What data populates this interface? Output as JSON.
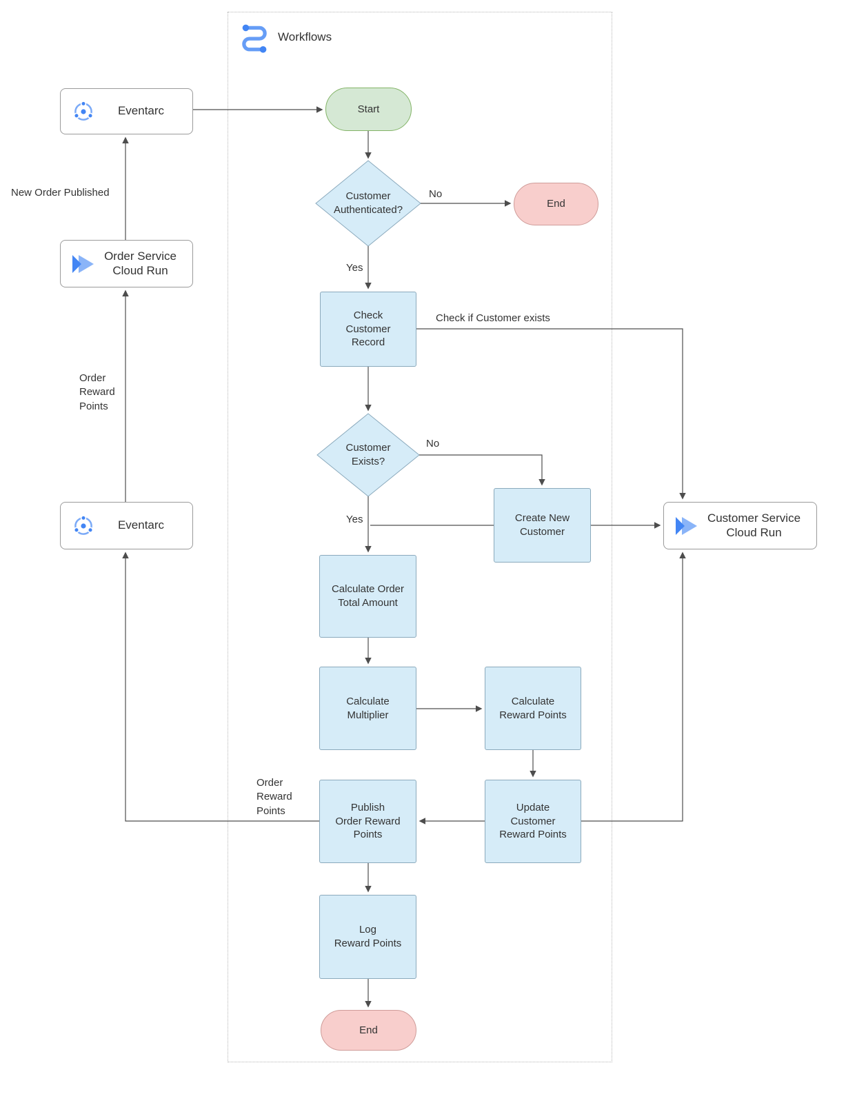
{
  "colors": {
    "process-fill": "#d6ecf8",
    "process-stroke": "#8aa9bc",
    "start-fill": "#d5e8d4",
    "start-stroke": "#82b366",
    "end-fill": "#f8cecc",
    "end-stroke": "#cf9c99",
    "plain-fill": "#ffffff",
    "plain-stroke": "#9a9a9a",
    "edge-color": "#4d4d4d",
    "text-color": "#333333",
    "container-border": "#b5b5b5"
  },
  "container": {
    "title": "Workflows"
  },
  "nodes": {
    "eventarc_top": {
      "label": "Eventarc"
    },
    "order_service": {
      "label": "Order Service\nCloud Run"
    },
    "eventarc_bottom": {
      "label": "Eventarc"
    },
    "customer_service": {
      "label": "Customer Service\nCloud Run"
    },
    "start": {
      "label": "Start"
    },
    "auth": {
      "label": "Customer\nAuthenticated?"
    },
    "end_top": {
      "label": "End"
    },
    "check_customer": {
      "label": "Check\nCustomer\nRecord"
    },
    "exists": {
      "label": "Customer\nExists?"
    },
    "create_customer": {
      "label": "Create New\nCustomer"
    },
    "calc_total": {
      "label": "Calculate Order\nTotal Amount"
    },
    "calc_multiplier": {
      "label": "Calculate\nMultiplier"
    },
    "calc_reward": {
      "label": "Calculate\nReward Points"
    },
    "update_reward": {
      "label": "Update\nCustomer\nReward Points"
    },
    "publish_reward": {
      "label": "Publish\nOrder Reward\nPoints"
    },
    "log_reward": {
      "label": "Log\nReward Points"
    },
    "end_bottom": {
      "label": "End"
    }
  },
  "edge_labels": {
    "new_order_published": "New Order Published",
    "order_reward_points_left": "Order\nReward\nPoints",
    "order_reward_points_bottom": "Order\nReward\nPoints",
    "no_auth": "No",
    "yes_auth": "Yes",
    "check_if_customer_exists": "Check if Customer exists",
    "no_exists": "No",
    "yes_exists": "Yes"
  },
  "icons": {
    "workflows": "workflows-icon",
    "eventarc": "eventarc-icon",
    "cloud_run": "cloud-run-icon"
  }
}
